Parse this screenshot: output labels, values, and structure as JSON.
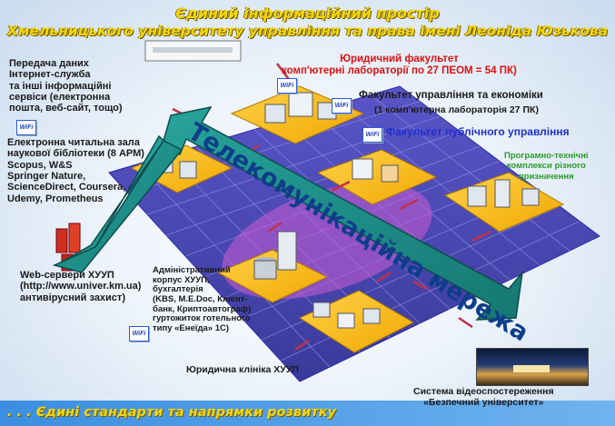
{
  "title": {
    "line1": "Єдиний інформаційний простір",
    "line2": "Хмельницького університету управління та права імені Леоніда Юзькова"
  },
  "network_label": "Телекомунікаційна мережа",
  "nodes": {
    "internet": "Передача даних\nІнтернет-служба\nта інші інформаційні\nсервіси (електронна\nпошта, веб-сайт, тощо)",
    "library": "Електронна читальна зала\nнаукової бібліотеки (8 АРМ)\nScopus, W&S\nSpringer Nature,\nScienceDirect, Coursera,\nUdemy,  Prometheus",
    "web_servers": "Web-сервери ХУУП\n(http://www.univer.km.ua)\nантивірусний захист)",
    "admin": "Адміністративний\nкорпус ХУУП,\nбухгалтерія\n(KBS, M.E.Doc, Клієнт-\nбанк, Криптоавтограф)\nгуртожиток  готельного\nтипу «Енеїда» 1С)",
    "law_clinic": "Юридична клініка ХУУП",
    "law_faculty": "Юридичний факультет\nкомп'ютерні лабораторії по 27 ПЕОМ = 54 ПК)",
    "mgmt_faculty": "Факультет управління та економіки",
    "mgmt_lab": "(1 комп'ютерна лабораторія  27 ПК)",
    "public_faculty": "Факультет публічного управління",
    "hw_sw": "Програмно-технічні\nкомплекси різного\nпризначення",
    "surveillance": "Система  відеоспостереження\n«Безпечний університет»"
  },
  "wifi_label": "WiFi",
  "footer": ". . . Єдині стандарти та напрямки розвитку",
  "colors": {
    "title": "#f5d60b",
    "footer_bar": "#2f7fd6",
    "arrow": "#1f8f8a",
    "arrow_edge": "#0d4d4a",
    "platform": "#ffc21a",
    "grid": "#2a2aa8",
    "link": "#c0304a",
    "red_text": "#e01010",
    "blue_text": "#1e2fd0",
    "green_text": "#2a9b2a"
  }
}
